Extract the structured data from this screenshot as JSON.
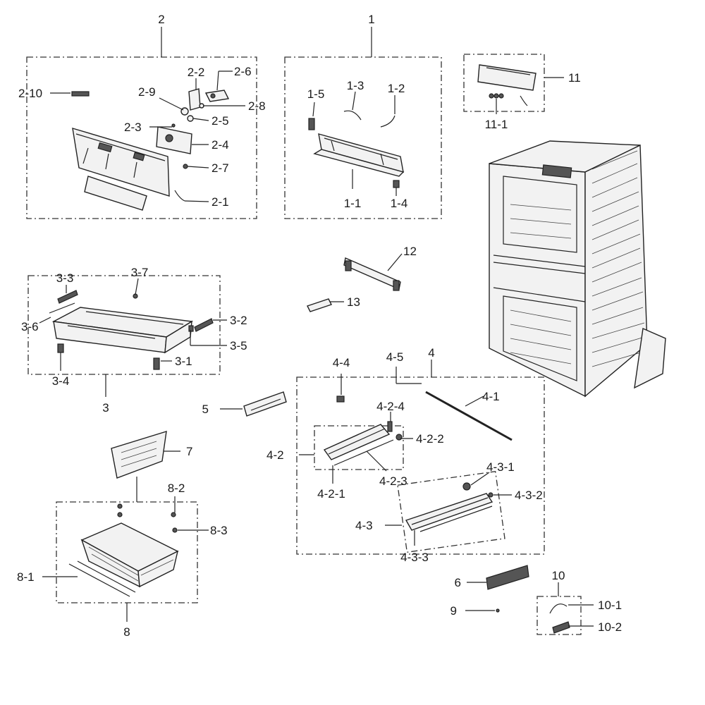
{
  "labels": {
    "g1": "1",
    "g2": "2",
    "g3": "3",
    "g4": "4",
    "g5": "5",
    "g6": "6",
    "g7": "7",
    "g8": "8",
    "g9": "9",
    "g10": "10",
    "g11": "11",
    "g12": "12",
    "g13": "13",
    "p1_1": "1-1",
    "p1_2": "1-2",
    "p1_3": "1-3",
    "p1_4": "1-4",
    "p1_5": "1-5",
    "p2_1": "2-1",
    "p2_2": "2-2",
    "p2_3": "2-3",
    "p2_4": "2-4",
    "p2_5": "2-5",
    "p2_6": "2-6",
    "p2_7": "2-7",
    "p2_8": "2-8",
    "p2_9": "2-9",
    "p2_10": "2-10",
    "p3_1": "3-1",
    "p3_2": "3-2",
    "p3_3": "3-3",
    "p3_4": "3-4",
    "p3_5": "3-5",
    "p3_6": "3-6",
    "p3_7": "3-7",
    "p4_1": "4-1",
    "p4_2": "4-2",
    "p4_2_1": "4-2-1",
    "p4_2_2": "4-2-2",
    "p4_2_3": "4-2-3",
    "p4_2_4": "4-2-4",
    "p4_3": "4-3",
    "p4_3_1": "4-3-1",
    "p4_3_2": "4-3-2",
    "p4_3_3": "4-3-3",
    "p4_4": "4-4",
    "p4_5": "4-5",
    "p8_1": "8-1",
    "p8_2": "8-2",
    "p8_3": "8-3",
    "p10_1": "10-1",
    "p10_2": "10-2",
    "p11_1": "11-1"
  }
}
